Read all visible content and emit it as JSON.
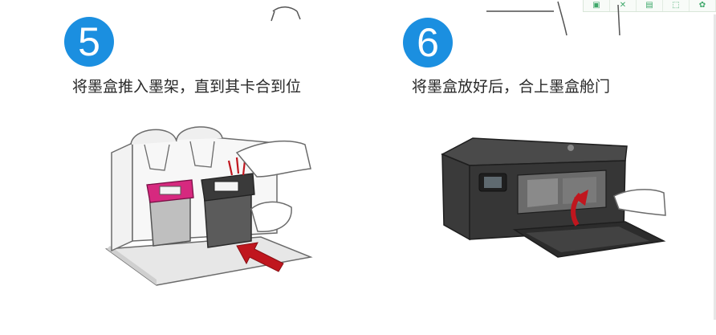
{
  "steps": [
    {
      "number": "5",
      "text": "将墨盒推入墨架，直到其卡合到位"
    },
    {
      "number": "6",
      "text": "将墨盒放好后，合上墨盒舱门"
    }
  ],
  "toolbar": {
    "icons": [
      "page-icon",
      "expand-icon",
      "save-icon",
      "export-icon",
      "settings-icon"
    ],
    "glyphs": [
      "▣",
      "✕",
      "▤",
      "⬚",
      "✿"
    ]
  },
  "colors": {
    "step_circle": "#1b8fe0",
    "ink_magenta": "#d6297f",
    "push_arrow": "#c0161e",
    "printer_body": "#3a3a3a"
  }
}
